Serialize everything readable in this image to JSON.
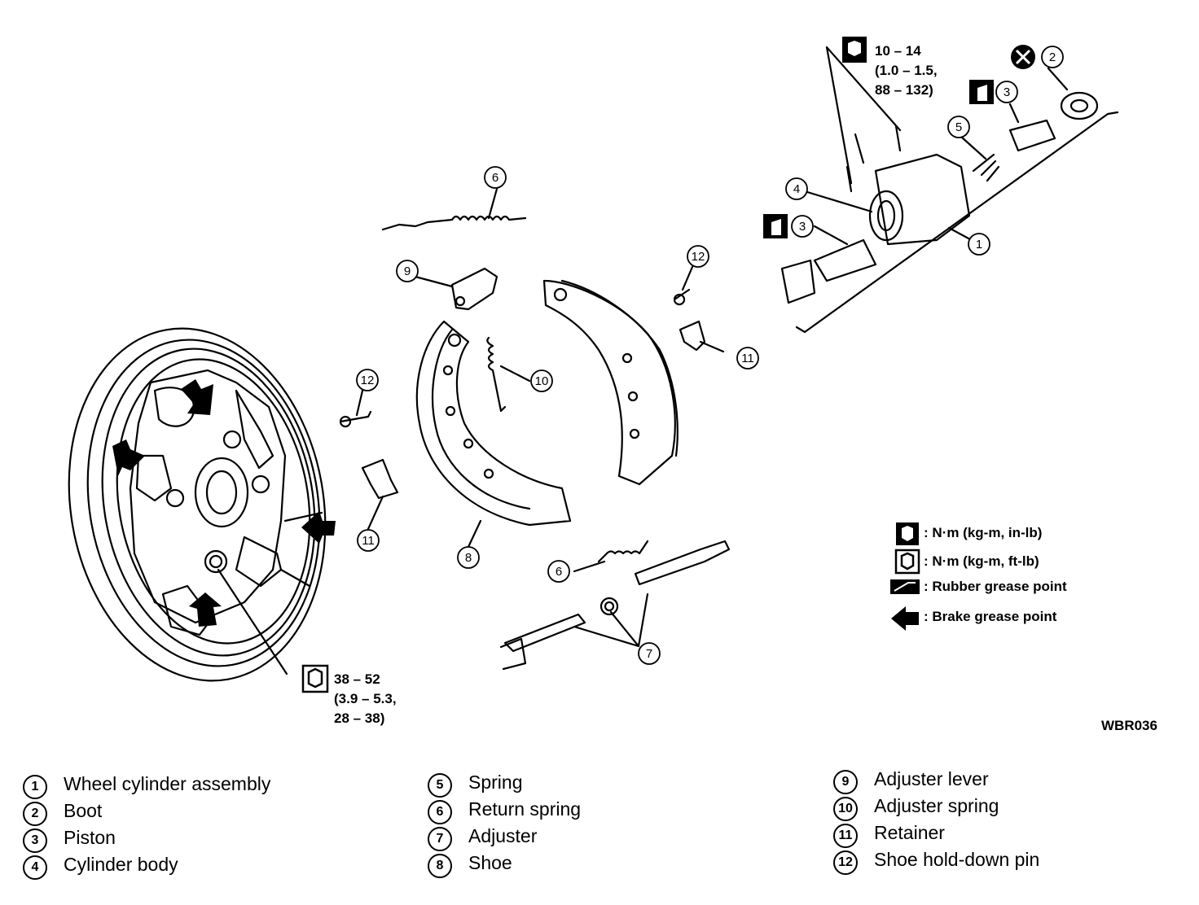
{
  "torques": {
    "wheel_cylinder_bolt": [
      "10 – 14",
      "(1.0 – 1.5,",
      "88 – 132)"
    ],
    "back_plate_bolt": [
      "38 – 52",
      "(3.9 – 5.3,",
      "28 – 38)"
    ]
  },
  "callouts": {
    "n1": "1",
    "n2": "2",
    "n3": "3",
    "n4": "4",
    "n5": "5",
    "n6": "6",
    "n7": "7",
    "n8": "8",
    "n9": "9",
    "n10": "10",
    "n11": "11",
    "n12": "12"
  },
  "key": {
    "nm_inlb": ": N·m (kg-m, in-lb)",
    "nm_ftlb": ": N·m (kg-m, ft-lb)",
    "rubber_grease": ": Rubber grease point",
    "brake_grease": ": Brake grease point"
  },
  "figure_code": "WBR036",
  "parts": [
    {
      "num": "1",
      "name": "Wheel cylinder assembly"
    },
    {
      "num": "2",
      "name": "Boot"
    },
    {
      "num": "3",
      "name": "Piston"
    },
    {
      "num": "4",
      "name": "Cylinder body"
    },
    {
      "num": "5",
      "name": "Spring"
    },
    {
      "num": "6",
      "name": "Return spring"
    },
    {
      "num": "7",
      "name": "Adjuster"
    },
    {
      "num": "8",
      "name": "Shoe"
    },
    {
      "num": "9",
      "name": "Adjuster lever"
    },
    {
      "num": "10",
      "name": "Adjuster spring"
    },
    {
      "num": "11",
      "name": "Retainer"
    },
    {
      "num": "12",
      "name": "Shoe hold-down pin"
    }
  ]
}
